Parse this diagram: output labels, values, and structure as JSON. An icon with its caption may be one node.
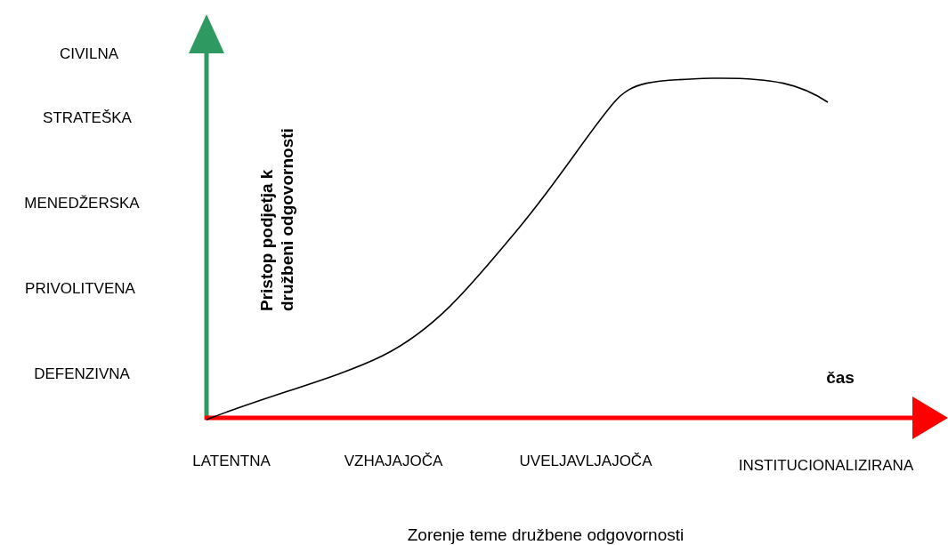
{
  "diagram": {
    "labels": [
      "CIVILNA",
      "STRATEŠKA",
      "MENEDŽERSKA",
      "Pristop podjetja k družbeni odgovornosti",
      "PRIVOLITVENA",
      "DEFENZIVNA",
      "čas",
      "LATENTNA",
      "VZHAJAJOČA",
      "UVELJAVLJAJOČA",
      "INSTITUCIONALIZIRANA",
      "Zorenje teme družbene odgovornosti"
    ]
  }
}
